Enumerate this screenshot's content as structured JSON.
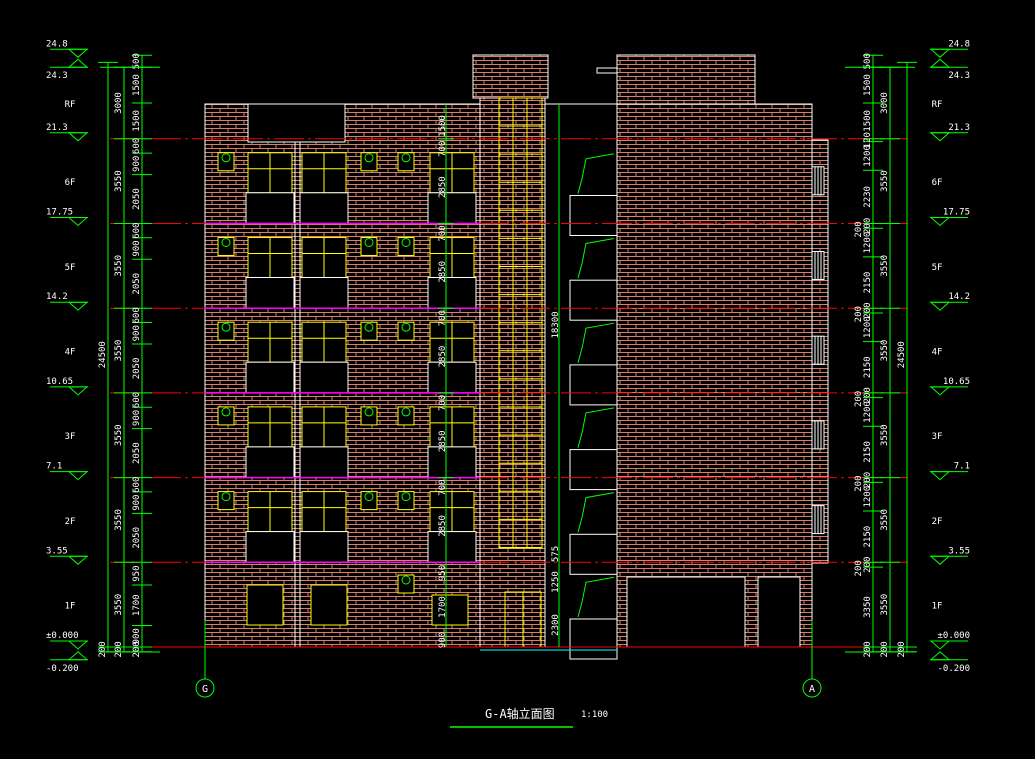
{
  "title": "G-A轴立面图",
  "scale": "1:100",
  "axes": [
    {
      "label": "G"
    },
    {
      "label": "A"
    }
  ],
  "colors": {
    "dim": "#00ff00",
    "floor_line": "#ff0000",
    "glazing": "#ffff00",
    "outline": "#ffffff",
    "slab": "#ff00ff",
    "ground": "#00ffff",
    "brick": "#d9806a",
    "background": "#000000"
  },
  "elevations": [
    {
      "label": "24.8",
      "value": 24.8,
      "dir": "down"
    },
    {
      "label": "24.3",
      "value": 24.3,
      "dir": "up"
    },
    {
      "label": "21.3",
      "value": 21.3,
      "dir": "down"
    },
    {
      "label": "17.75",
      "value": 17.75,
      "dir": "down"
    },
    {
      "label": "14.2",
      "value": 14.2,
      "dir": "down"
    },
    {
      "label": "10.65",
      "value": 10.65,
      "dir": "down"
    },
    {
      "label": "7.1",
      "value": 7.1,
      "dir": "down"
    },
    {
      "label": "3.55",
      "value": 3.55,
      "dir": "down"
    },
    {
      "label": "±0.000",
      "value": 0,
      "dir": "down"
    },
    {
      "label": "-0.200",
      "value": -0.2,
      "dir": "up"
    }
  ],
  "floors": [
    {
      "label": "1F",
      "base": 0,
      "top": 3.55
    },
    {
      "label": "2F",
      "base": 3.55,
      "top": 7.1
    },
    {
      "label": "3F",
      "base": 7.1,
      "top": 10.65
    },
    {
      "label": "4F",
      "base": 10.65,
      "top": 14.2
    },
    {
      "label": "5F",
      "base": 14.2,
      "top": 17.75
    },
    {
      "label": "6F",
      "base": 17.75,
      "top": 21.3
    },
    {
      "label": "RF",
      "base": 21.3,
      "top": 24.3
    }
  ],
  "dims": {
    "start": -200,
    "left_overall": [
      "200",
      "24500"
    ],
    "left_floor": [
      "200",
      "3550",
      "3550",
      "3550",
      "3550",
      "3550",
      "3550",
      "3000"
    ],
    "left_detail": [
      "200",
      "900",
      "1700",
      "950",
      "2050",
      "900",
      "600",
      "2050",
      "900",
      "600",
      "2050",
      "900",
      "600",
      "2050",
      "900",
      "600",
      "2050",
      "900",
      "600",
      "1500",
      "1500",
      "500"
    ],
    "right_detail": [
      "200",
      "3350",
      "200",
      "2150",
      "1200",
      "200",
      "2150",
      "1200",
      "200",
      "2150",
      "1200",
      "200",
      "2150",
      "1200",
      "200",
      "2230",
      "1200",
      "120",
      "1500",
      "1500",
      "500"
    ],
    "right_floor": [
      "200",
      "3550",
      "3550",
      "3550",
      "3550",
      "3550",
      "3550",
      "3000"
    ],
    "right_overall": [
      "200",
      "24500"
    ],
    "right_slab": [
      "200",
      "200",
      "200",
      "200",
      "200"
    ],
    "center": {
      "top": "1500",
      "floor_labels": [
        "700",
        "2850"
      ],
      "ground": [
        "900",
        "1700",
        "950"
      ],
      "stair_total": "18300",
      "stair_ground": [
        "2300",
        "1250",
        "575"
      ]
    }
  }
}
